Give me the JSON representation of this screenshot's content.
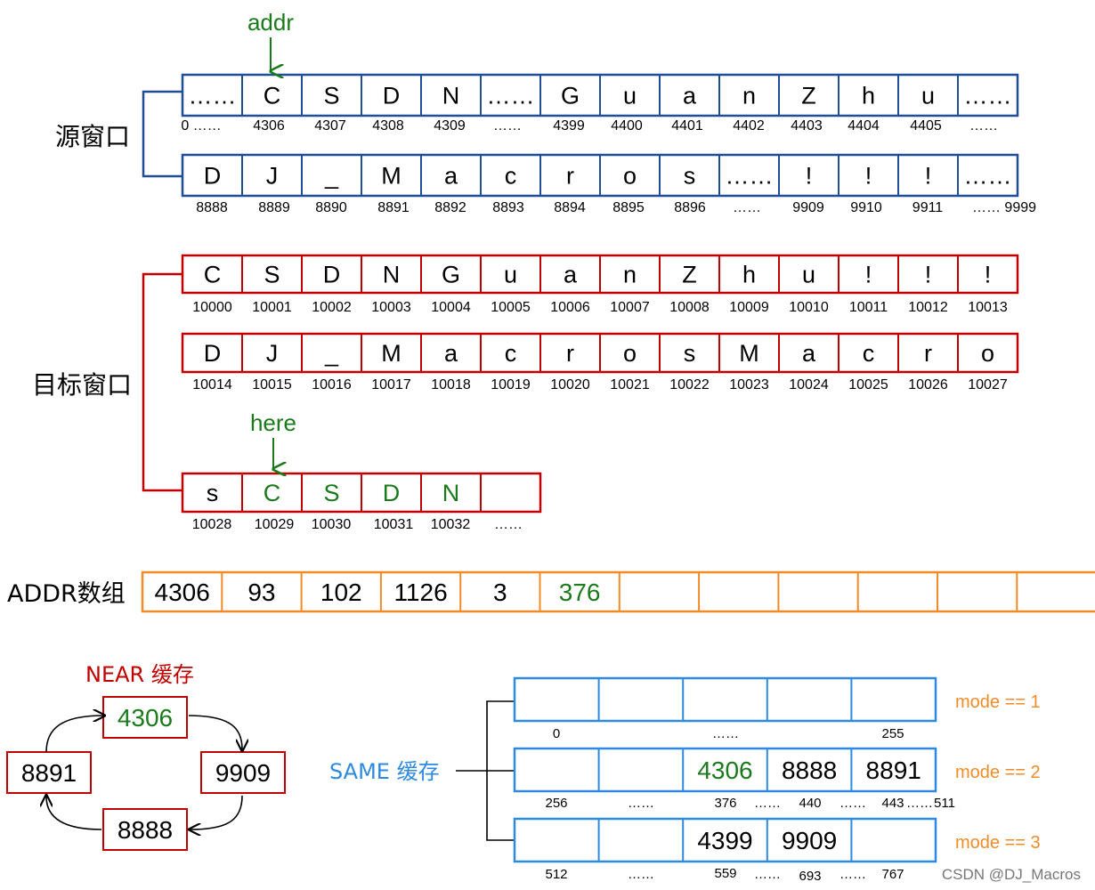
{
  "colors": {
    "source": "#1f4e96",
    "target": "#c00000",
    "addr": "#f08c28",
    "same": "#2d8ae0",
    "highlight": "#1b7a1b",
    "text": "#000000",
    "near_box": "#c00000"
  },
  "source_window": {
    "label": "源窗口",
    "pointer": "addr",
    "row1": {
      "cells": [
        "……",
        "C",
        "S",
        "D",
        "N",
        "……",
        "G",
        "u",
        "a",
        "n",
        "Z",
        "h",
        "u",
        "……"
      ],
      "indices": [
        "0 ……",
        "4306",
        "4307",
        "4308",
        "4309",
        "……",
        "4399",
        "4400",
        "4401",
        "4402",
        "4403",
        "4404",
        "4405",
        "……"
      ]
    },
    "row2": {
      "cells": [
        "D",
        "J",
        "_",
        "M",
        "a",
        "c",
        "r",
        "o",
        "s",
        "……",
        "!",
        "!",
        "!",
        "……"
      ],
      "indices": [
        "8888",
        "8889",
        "8890",
        "8891",
        "8892",
        "8893",
        "8894",
        "8895",
        "8896",
        "……",
        "9909",
        "9910",
        "9911",
        "…… 9999"
      ]
    }
  },
  "target_window": {
    "label": "目标窗口",
    "pointer": "here",
    "row1": {
      "cells": [
        "C",
        "S",
        "D",
        "N",
        "G",
        "u",
        "a",
        "n",
        "Z",
        "h",
        "u",
        "!",
        "!",
        "!"
      ],
      "indices": [
        "10000",
        "10001",
        "10002",
        "10003",
        "10004",
        "10005",
        "10006",
        "10007",
        "10008",
        "10009",
        "10010",
        "10011",
        "10012",
        "10013"
      ]
    },
    "row2": {
      "cells": [
        "D",
        "J",
        "_",
        "M",
        "a",
        "c",
        "r",
        "o",
        "s",
        "M",
        "a",
        "c",
        "r",
        "o"
      ],
      "indices": [
        "10014",
        "10015",
        "10016",
        "10017",
        "10018",
        "10019",
        "10020",
        "10021",
        "10022",
        "10023",
        "10024",
        "10025",
        "10026",
        "10027"
      ]
    },
    "row3": {
      "cells": [
        "s",
        "C",
        "S",
        "D",
        "N",
        ""
      ],
      "highlighted": [
        false,
        true,
        true,
        true,
        true,
        false
      ],
      "indices": [
        "10028",
        "10029",
        "10030",
        "10031",
        "10032",
        "……"
      ]
    }
  },
  "addr_array": {
    "label": "ADDR数组",
    "values": [
      "4306",
      "93",
      "102",
      "1126",
      "3",
      "376",
      "",
      "",
      "",
      "",
      "",
      ""
    ],
    "highlighted_index": 5
  },
  "near_cache": {
    "label": "NEAR 缓存",
    "values": [
      "4306",
      "9909",
      "8888",
      "8891"
    ],
    "highlighted_index": 0
  },
  "same_cache": {
    "label": "SAME 缓存",
    "rows": [
      {
        "mode": "mode == 1",
        "cells": [
          "",
          "",
          "",
          "",
          ""
        ],
        "highlighted": [
          false,
          false,
          false,
          false,
          false
        ],
        "indices": [
          "0",
          "……",
          "255"
        ]
      },
      {
        "mode": "mode == 2",
        "cells": [
          "",
          "",
          "4306",
          "8888",
          "8891"
        ],
        "highlighted": [
          false,
          false,
          true,
          false,
          false
        ],
        "indices": [
          "256",
          "……",
          "376",
          "……",
          "440",
          "……",
          "443",
          "……",
          "511"
        ]
      },
      {
        "mode": "mode == 3",
        "cells": [
          "",
          "",
          "4399",
          "9909",
          ""
        ],
        "highlighted": [
          false,
          false,
          false,
          false,
          false
        ],
        "indices": [
          "512",
          "……",
          "559",
          "……",
          "693",
          "……",
          "767"
        ]
      }
    ]
  },
  "watermark": "CSDN @DJ_Macros"
}
